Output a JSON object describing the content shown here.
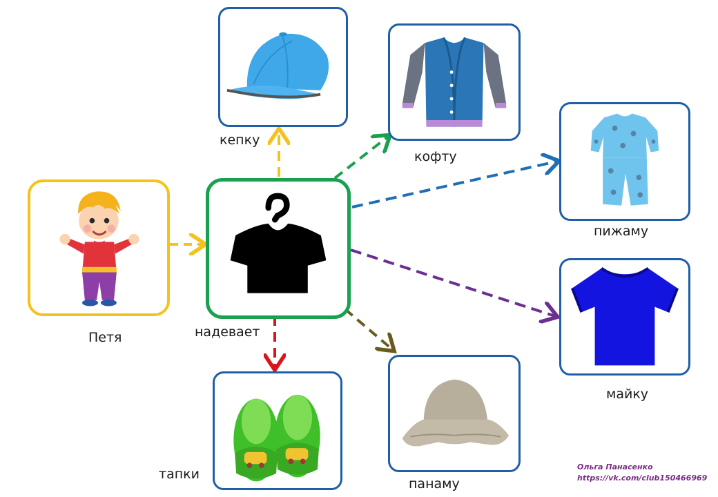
{
  "labels": {
    "subject": "Петя",
    "verb": "надевает",
    "cap": "кепку",
    "cardigan": "кофту",
    "pajamas": "пижаму",
    "tshirt": "майку",
    "panama": "панаму",
    "slippers": "тапки"
  },
  "credit": {
    "author": "Ольга Панасенко",
    "url": "https://vk.com/club150466969"
  },
  "colors": {
    "card_border": "#1f5ea8",
    "subject_border": "#f5c21b",
    "verb_border": "#1aa14f",
    "arrow_cap": "#f5c21b",
    "arrow_cardigan": "#1aa14f",
    "arrow_pajamas": "#1f6fb5",
    "arrow_tshirt": "#6b2f8f",
    "arrow_panama": "#6b5a1e",
    "arrow_slippers": "#d9141b",
    "arrow_subject": "#f5c21b"
  }
}
